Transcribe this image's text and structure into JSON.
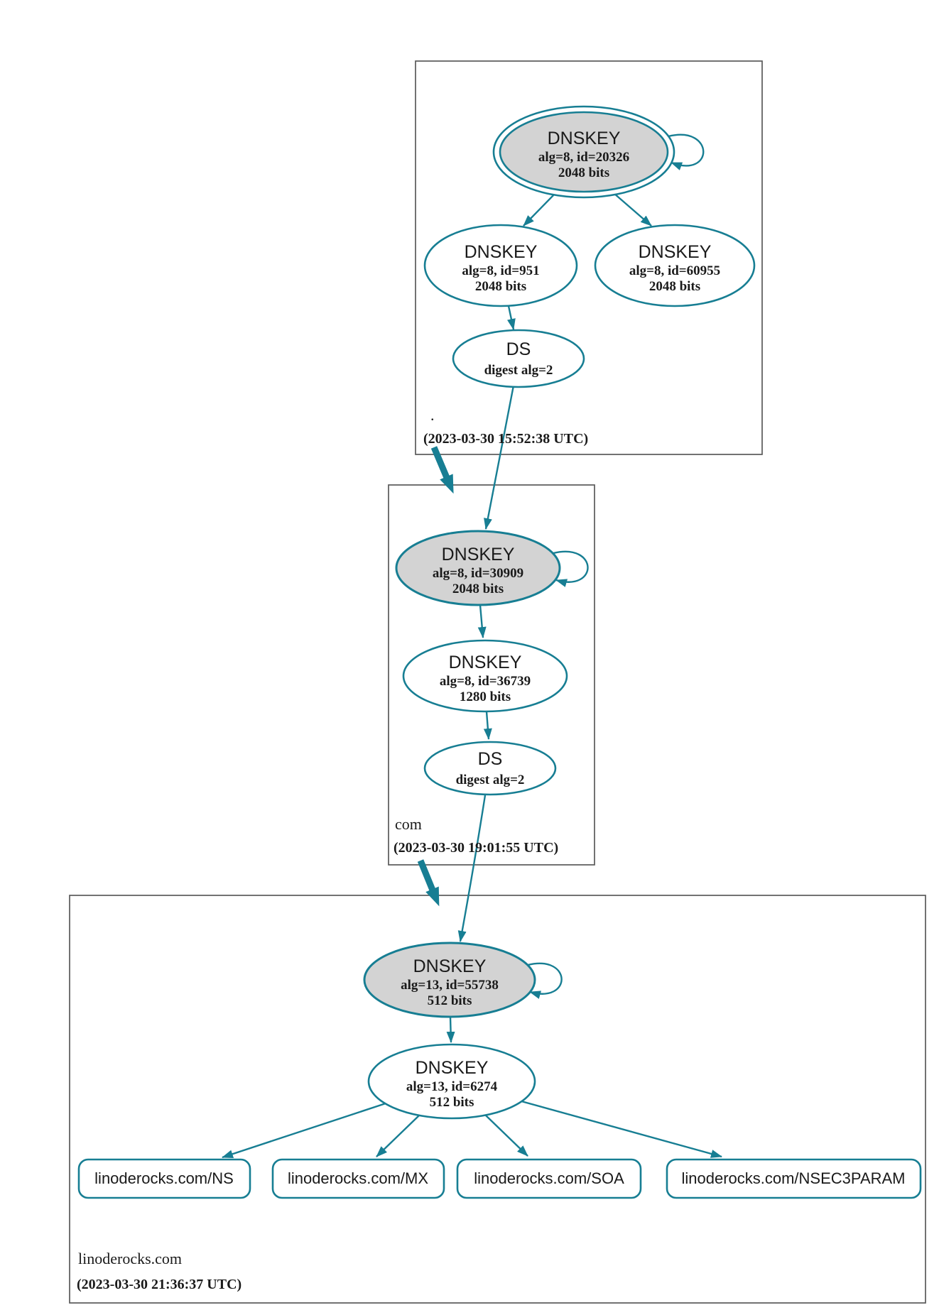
{
  "colors": {
    "secure_teal": "#177e93",
    "key_fill": "#d3d3d3",
    "zone_border": "#5a5a5a",
    "background": "#ffffff"
  },
  "zones": [
    {
      "label": ".",
      "timestamp": "(2023-03-30 15:52:38 UTC)",
      "ksk": {
        "title": "DNSKEY",
        "detail": "alg=8, id=20326",
        "bits": "2048 bits"
      },
      "zsk1": {
        "title": "DNSKEY",
        "detail": "alg=8, id=951",
        "bits": "2048 bits"
      },
      "zsk2": {
        "title": "DNSKEY",
        "detail": "alg=8, id=60955",
        "bits": "2048 bits"
      },
      "ds": {
        "title": "DS",
        "detail": "digest alg=2"
      }
    },
    {
      "label": "com",
      "timestamp": "(2023-03-30 19:01:55 UTC)",
      "ksk": {
        "title": "DNSKEY",
        "detail": "alg=8, id=30909",
        "bits": "2048 bits"
      },
      "zsk": {
        "title": "DNSKEY",
        "detail": "alg=8, id=36739",
        "bits": "1280 bits"
      },
      "ds": {
        "title": "DS",
        "detail": "digest alg=2"
      }
    },
    {
      "label": "linoderocks.com",
      "timestamp": "(2023-03-30 21:36:37 UTC)",
      "ksk": {
        "title": "DNSKEY",
        "detail": "alg=13, id=55738",
        "bits": "512 bits"
      },
      "zsk": {
        "title": "DNSKEY",
        "detail": "alg=13, id=6274",
        "bits": "512 bits"
      },
      "rrsets": [
        "linoderocks.com/NS",
        "linoderocks.com/MX",
        "linoderocks.com/SOA",
        "linoderocks.com/NSEC3PARAM"
      ]
    }
  ]
}
